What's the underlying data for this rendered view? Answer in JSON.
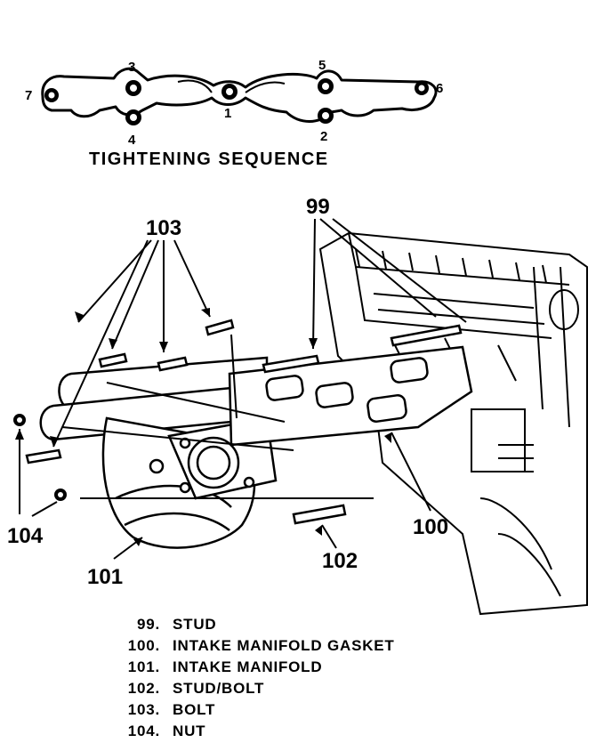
{
  "sequence_title": "TIGHTENING SEQUENCE",
  "sequence_numbers": [
    "1",
    "2",
    "3",
    "4",
    "5",
    "6",
    "7"
  ],
  "callouts": [
    "99",
    "100",
    "101",
    "102",
    "103",
    "104"
  ],
  "legend": [
    {
      "num": "99.",
      "label": "STUD"
    },
    {
      "num": "100.",
      "label": "INTAKE MANIFOLD GASKET"
    },
    {
      "num": "101.",
      "label": "INTAKE MANIFOLD"
    },
    {
      "num": "102.",
      "label": "STUD/BOLT"
    },
    {
      "num": "103.",
      "label": "BOLT"
    },
    {
      "num": "104.",
      "label": "NUT"
    }
  ]
}
